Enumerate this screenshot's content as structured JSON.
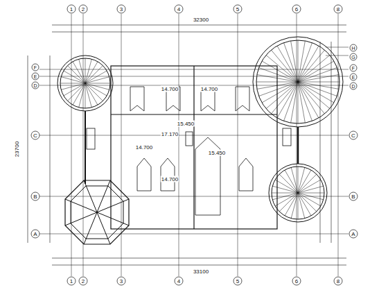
{
  "diagram": {
    "labels": [
      "1",
      "2",
      "3",
      "4",
      "5",
      "6",
      "8",
      "1",
      "2",
      "3",
      "4",
      "5",
      "6",
      "8",
      "A",
      "B",
      "C",
      "D",
      "E",
      "F",
      "A",
      "B",
      "C",
      "D",
      "E",
      "F",
      "G",
      "H",
      "32300",
      "33100",
      "23700",
      "14.700",
      "14.700",
      "15.450",
      "17.170",
      "15.450",
      "14.700",
      "14.700"
    ]
  }
}
